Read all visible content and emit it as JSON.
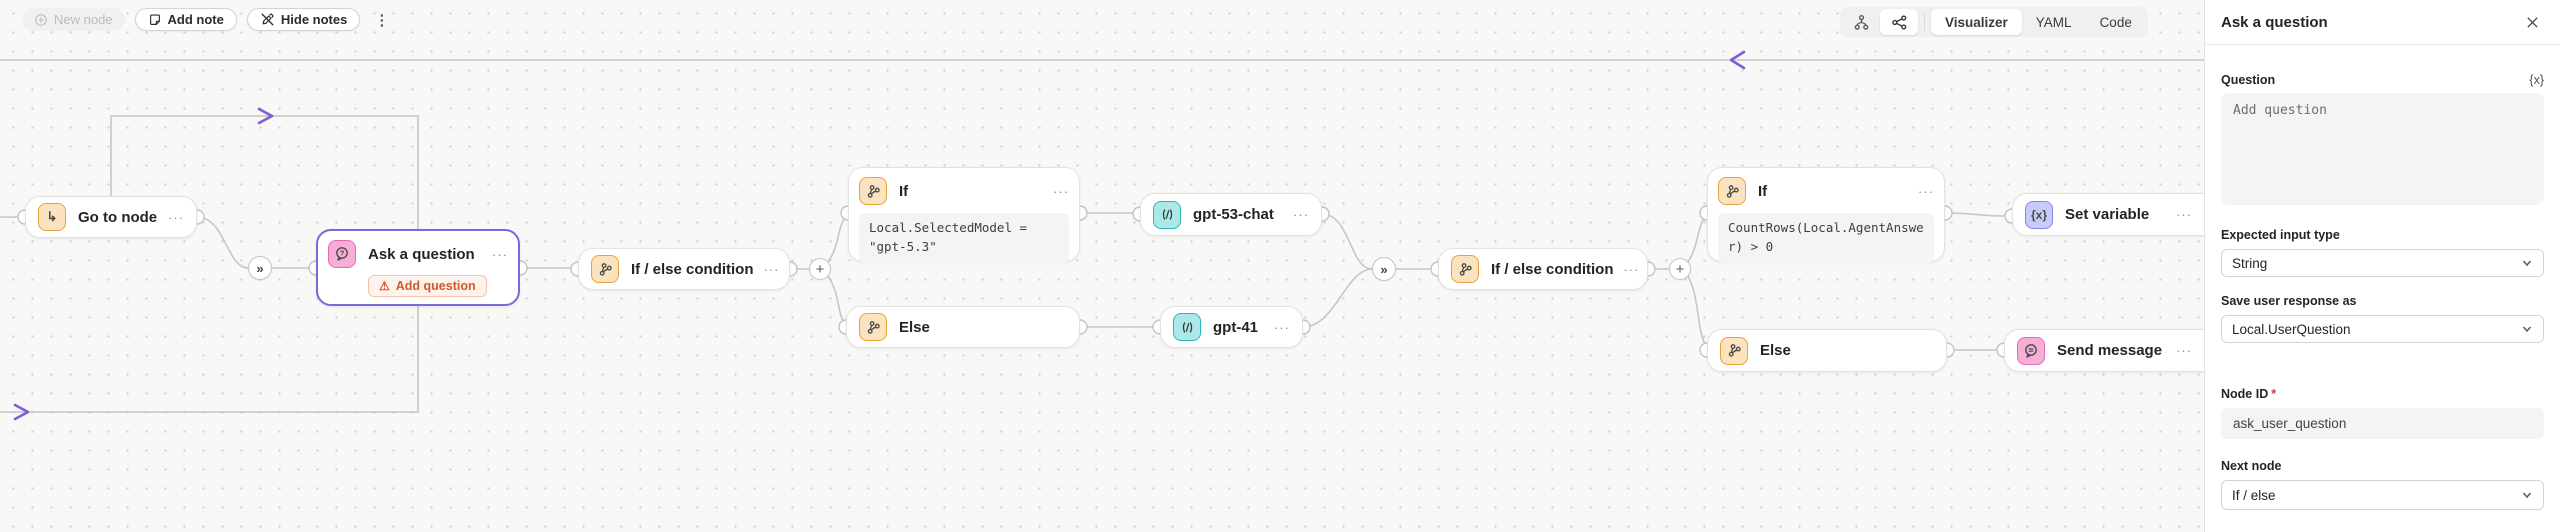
{
  "colors": {
    "accent_purple": "#8464d8",
    "node_orange": "#e9a23b",
    "node_teal": "#2cb5b5",
    "node_pink": "#e16bb5",
    "node_periwinkle": "#7f87f0",
    "warning_orange": "#d35a28",
    "edge_gray": "#c7c6c4"
  },
  "toolbar": {
    "new_node": "New node",
    "add_note": "Add note",
    "hide_notes": "Hide notes"
  },
  "view_switcher": {
    "visualizer": "Visualizer",
    "yaml": "YAML",
    "code": "Code"
  },
  "icons": {
    "more": "···",
    "plus": "+",
    "merge": "»",
    "kebab": "⋮",
    "warning": "⚠",
    "goto_arrow": "↳",
    "set_variable_glyph": "{x}",
    "variable_badge": "{x}"
  },
  "nodes": {
    "go_to": {
      "label": "Go to node"
    },
    "ask_question": {
      "label": "Ask a question",
      "warning_text": "Add question"
    },
    "if_else_1": {
      "label": "If / else condition"
    },
    "if_1": {
      "label": "If",
      "condition": "Local.SelectedModel = \"gpt-5.3\""
    },
    "gpt53_chat": {
      "label": "gpt-53-chat"
    },
    "else_1": {
      "label": "Else"
    },
    "gpt41": {
      "label": "gpt-41"
    },
    "if_else_2": {
      "label": "If / else condition"
    },
    "if_2": {
      "label": "If",
      "condition": "CountRows(Local.AgentAnswer) > 0"
    },
    "set_variable": {
      "label": "Set variable"
    },
    "else_2": {
      "label": "Else"
    },
    "send_message": {
      "label": "Send message"
    }
  },
  "panel": {
    "title": "Ask a question",
    "question_label": "Question",
    "question_placeholder": "Add question",
    "expected_input_label": "Expected input type",
    "expected_input_value": "String",
    "save_response_label": "Save user response as",
    "save_response_value": "Local.UserQuestion",
    "node_id_label": "Node ID",
    "required_mark": "*",
    "node_id_value": "ask_user_question",
    "next_node_label": "Next node",
    "next_node_value": "If / else"
  }
}
